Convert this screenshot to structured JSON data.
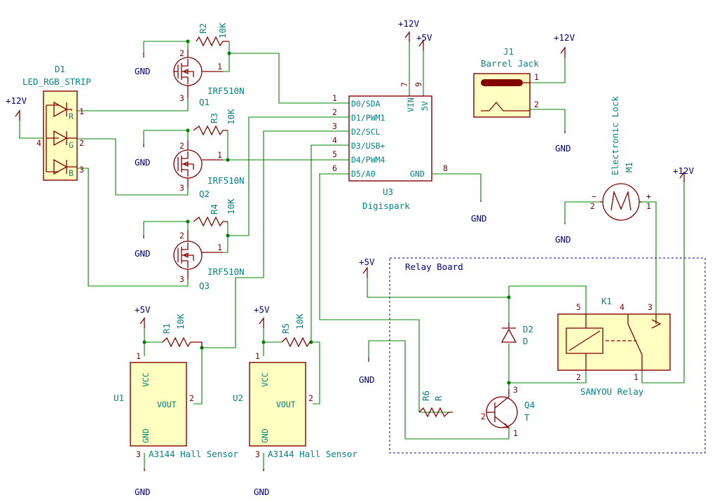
{
  "components": {
    "d1": {
      "ref": "D1",
      "value": "LED_RGB_STRIP",
      "pins": [
        "1",
        "2",
        "3",
        "4"
      ],
      "pin_labels": [
        "R",
        "G",
        "B"
      ]
    },
    "r1": {
      "ref": "R1",
      "value": "10K"
    },
    "r2": {
      "ref": "R2",
      "value": "10K"
    },
    "r3": {
      "ref": "R3",
      "value": "10K"
    },
    "r4": {
      "ref": "R4",
      "value": "10K"
    },
    "r5": {
      "ref": "R5",
      "value": "10K"
    },
    "r6": {
      "ref": "R6",
      "value": "R"
    },
    "q1": {
      "ref": "Q1",
      "value": "IRF510N"
    },
    "q2": {
      "ref": "Q2",
      "value": "IRF510N"
    },
    "q3": {
      "ref": "Q3",
      "value": "IRF510N"
    },
    "q4": {
      "ref": "Q4",
      "value": "T"
    },
    "d2": {
      "ref": "D2",
      "value": "D"
    },
    "k1": {
      "ref": "K1",
      "value": "SANYOU Relay"
    },
    "m1": {
      "ref": "M1",
      "value": "Electronic Lock"
    },
    "j1": {
      "ref": "J1",
      "value": "Barrel Jack"
    },
    "u1": {
      "ref": "U1",
      "value": "A3144 Hall Sensor"
    },
    "u2": {
      "ref": "U2",
      "value": "A3144 Hall Sensor"
    },
    "u3": {
      "ref": "U3",
      "value": "Digispark",
      "left_pins": [
        "D0/SDA",
        "D1/PWM1",
        "D2/SCL",
        "D3/USB+",
        "D4/PWM4",
        "D5/A0"
      ],
      "left_pin_numbers": [
        "1",
        "2",
        "3",
        "4",
        "5",
        "6"
      ],
      "top_pins": [
        "VIN",
        "5V"
      ],
      "top_pin_numbers": [
        "7",
        "9"
      ],
      "gnd_label": "GND",
      "gnd_pin": "8"
    },
    "hall_pins": {
      "vcc": "VCC",
      "vout": "VOUT",
      "gnd": "GND"
    }
  },
  "power": {
    "v12": "+12V",
    "v5": "+5V",
    "gnd": "GND"
  },
  "relay_board_label": "Relay Board",
  "colors": {
    "wire": "#008400",
    "part": "#840000",
    "fill": "#ffffc2",
    "ref": "#008484",
    "power": "#000084"
  }
}
